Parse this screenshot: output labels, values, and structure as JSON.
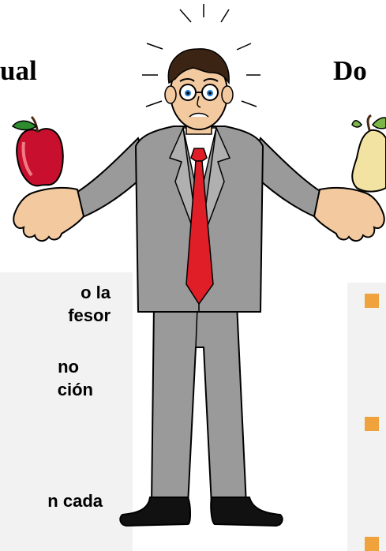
{
  "headings": {
    "left": "ual",
    "right": "Do"
  },
  "left_panel": {
    "lines": [
      [
        "o la",
        "fesor"
      ],
      [
        "no",
        "ción"
      ],
      [
        "n cada"
      ]
    ]
  },
  "colors": {
    "panel_bg": "#f2f2f2",
    "bullet": "#f0a23c",
    "tie": "#e01e28",
    "suit": "#9a9a9a",
    "apple": "#c8102e",
    "pear": "#f3e3a3"
  }
}
